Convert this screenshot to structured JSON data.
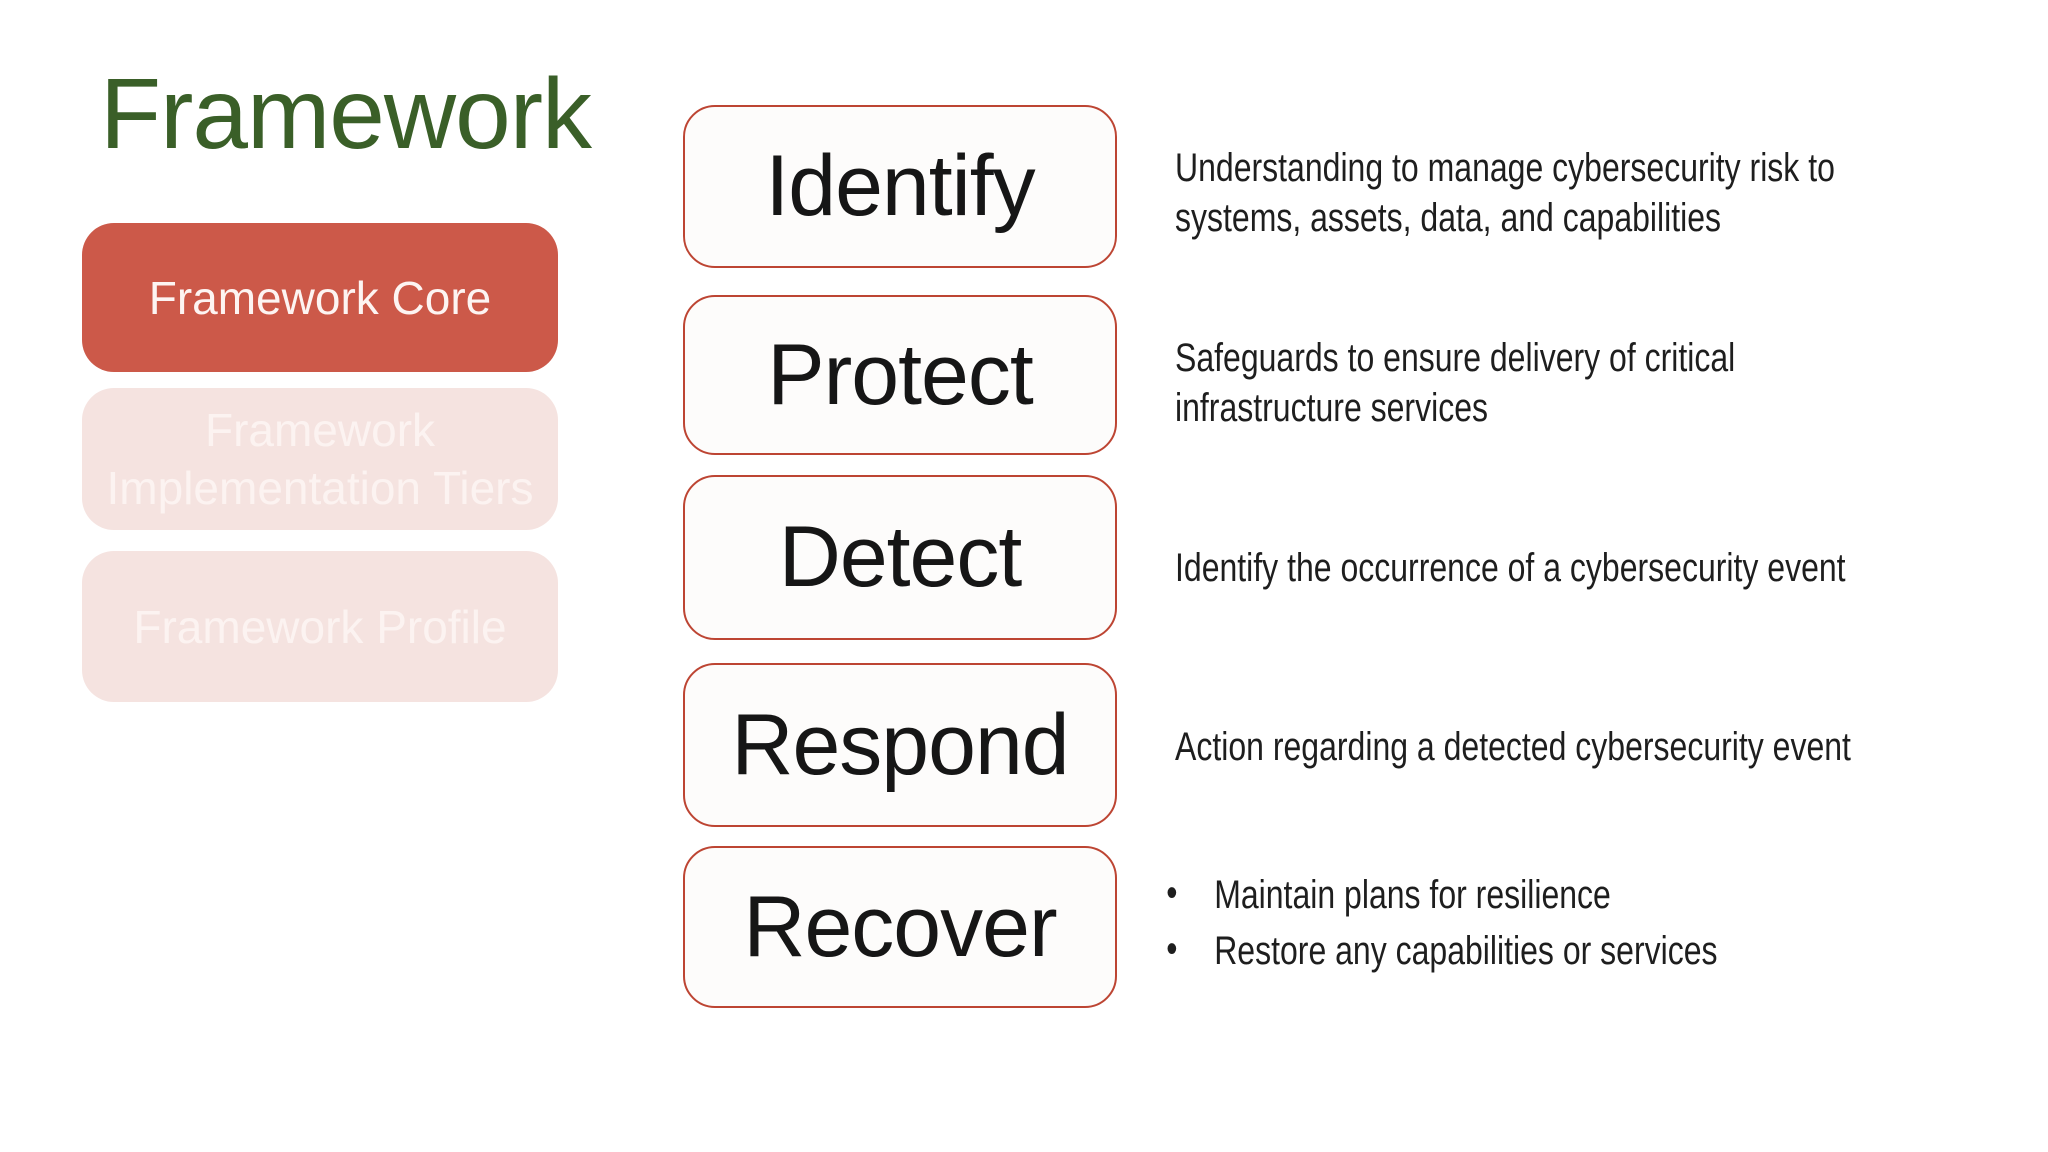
{
  "slide": {
    "title": "Framework"
  },
  "sidebar": {
    "items": [
      {
        "label": "Framework Core",
        "state": "active"
      },
      {
        "label": "Framework\nImplementation Tiers",
        "state": "inactive"
      },
      {
        "label": "Framework Profile",
        "state": "inactive"
      }
    ]
  },
  "functions": [
    {
      "name": "Identify",
      "description": "Understanding to manage cybersecurity risk to\nsystems, assets, data, and capabilities"
    },
    {
      "name": "Protect",
      "description": "Safeguards to ensure delivery of critical\ninfrastructure services"
    },
    {
      "name": "Detect",
      "description": "Identify the occurrence of a cybersecurity event"
    },
    {
      "name": "Respond",
      "description": "Action regarding a detected cybersecurity event"
    },
    {
      "name": "Recover",
      "bullets": [
        "Maintain plans for resilience",
        "Restore any capabilities or services"
      ]
    }
  ],
  "colors": {
    "title_green": "#3a5f28",
    "active_pill_red": "#cc5949",
    "inactive_pill_pink": "#f5e3e0",
    "inactive_pill_text": "#fcf3f1",
    "box_border_red": "#bd4533",
    "box_background": "#fdfcfb",
    "body_text": "#1e1e1e"
  }
}
